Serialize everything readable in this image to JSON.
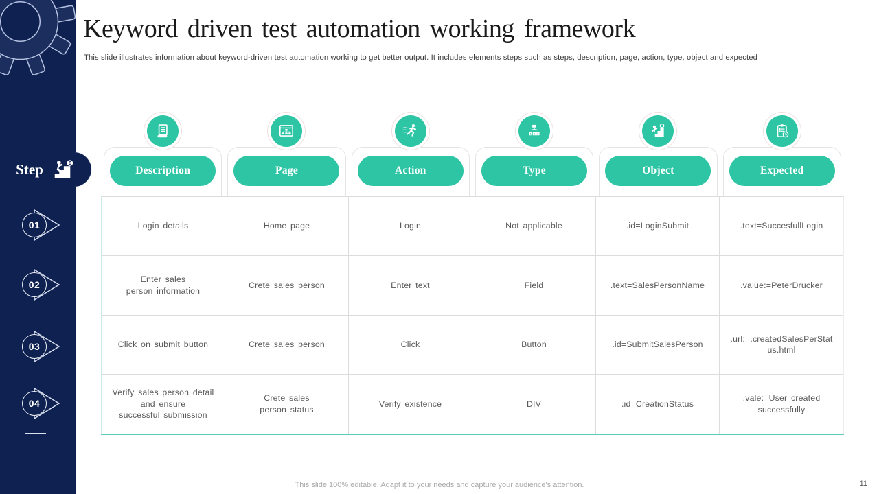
{
  "slide": {
    "title": "Keyword driven test automation working framework",
    "subtitle": "This slide illustrates information about keyword-driven test automation working to get better output. It includes elements steps such as steps, description, page, action, type,  object and expected",
    "footer_note": "This slide 100% editable. Adapt it to your needs and capture your audience's attention.",
    "page_number": "11"
  },
  "sidebar": {
    "step_label": "Step",
    "step_icon": "climb-stairs-dollar-icon",
    "gear_icon": "gear-icon",
    "steps": [
      "01",
      "02",
      "03",
      "04"
    ]
  },
  "colors": {
    "navy": "#0F2150",
    "teal": "#2EC5A5",
    "grid_border": "#DCDCDC",
    "grid_bottom_accent": "#5FC9BC",
    "cell_text": "#595959"
  },
  "table": {
    "columns": [
      {
        "label": "Description",
        "icon": "document-icon"
      },
      {
        "label": "Page",
        "icon": "webpage-icon"
      },
      {
        "label": "Action",
        "icon": "runner-icon"
      },
      {
        "label": "Type",
        "icon": "type-123-icon"
      },
      {
        "label": "Object",
        "icon": "goal-stairs-icon"
      },
      {
        "label": "Expected",
        "icon": "clipboard-check-icon"
      }
    ],
    "rows": [
      [
        "Login details",
        "Home page",
        "Login",
        "Not applicable",
        ".id=LoginSubmit",
        ".text=SuccesfullLogin"
      ],
      [
        "Enter sales\nperson information",
        "Crete sales person",
        "Enter text",
        "Field",
        ".text=SalesPersonName",
        ".value:=PeterDrucker"
      ],
      [
        "Click on submit button",
        "Crete sales person",
        "Click",
        "Button",
        ".id=SubmitSalesPerson",
        ".url:=.createdSalesPerStatus.html"
      ],
      [
        "Verify sales person detail\nand ensure\nsuccessful submission",
        "Crete sales\nperson status",
        "Verify existence",
        "DIV",
        ".id=CreationStatus",
        ".vale:=User created\nsuccessfully"
      ]
    ]
  }
}
